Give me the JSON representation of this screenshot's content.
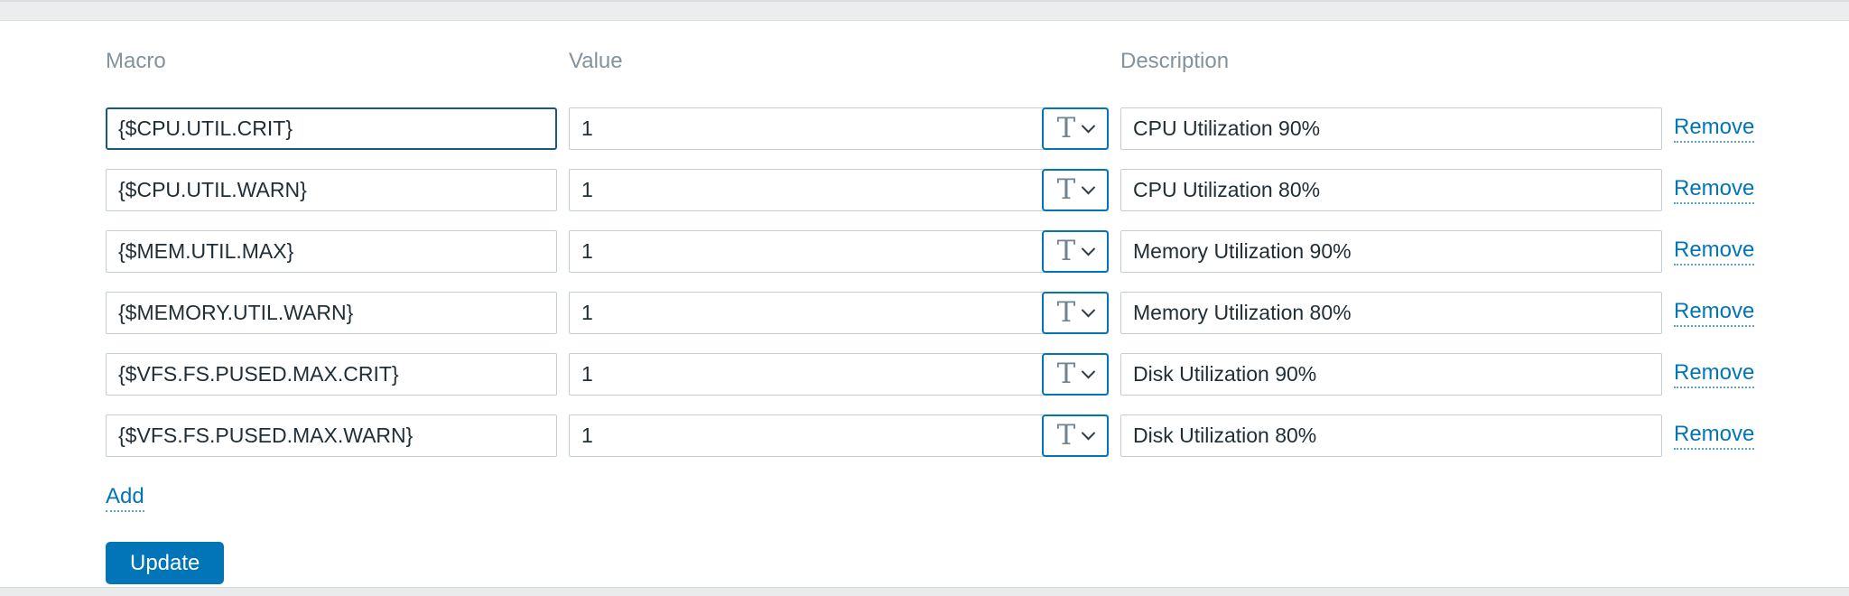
{
  "table": {
    "columns": [
      {
        "label": "Macro"
      },
      {
        "label": "Value"
      },
      {
        "label": "Description"
      }
    ],
    "rows": [
      {
        "macro": "{$CPU.UTIL.CRIT}",
        "value": "1",
        "type_label": "T",
        "description": "CPU Utilization 90%",
        "remove_label": "Remove"
      },
      {
        "macro": "{$CPU.UTIL.WARN}",
        "value": "1",
        "type_label": "T",
        "description": "CPU Utilization 80%",
        "remove_label": "Remove"
      },
      {
        "macro": "{$MEM.UTIL.MAX}",
        "value": "1",
        "type_label": "T",
        "description": "Memory Utilization 90%",
        "remove_label": "Remove"
      },
      {
        "macro": "{$MEMORY.UTIL.WARN}",
        "value": "1",
        "type_label": "T",
        "description": "Memory Utilization 80%",
        "remove_label": "Remove"
      },
      {
        "macro": "{$VFS.FS.PUSED.MAX.CRIT}",
        "value": "1",
        "type_label": "T",
        "description": "Disk Utilization 90%",
        "remove_label": "Remove"
      },
      {
        "macro": "{$VFS.FS.PUSED.MAX.WARN}",
        "value": "1",
        "type_label": "T",
        "description": "Disk Utilization 80%",
        "remove_label": "Remove"
      }
    ]
  },
  "actions": {
    "add_label": "Add",
    "update_label": "Update"
  },
  "colors": {
    "accent": "#0275b8",
    "focus_border": "#155a80",
    "input_border": "#c3ced4",
    "header_gray": "#84929c"
  }
}
